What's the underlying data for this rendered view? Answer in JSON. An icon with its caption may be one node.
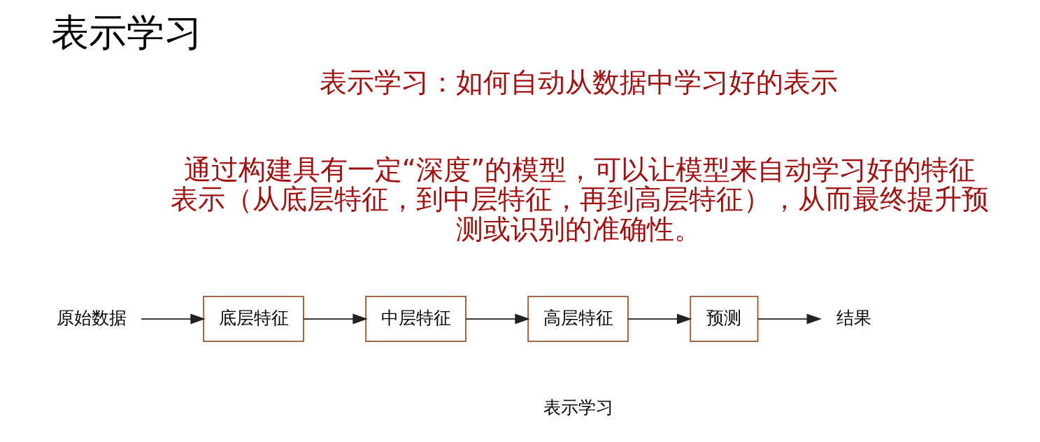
{
  "diagram": {
    "title": "表示学习",
    "nodes": [
      {
        "text": [
          "原始数据"
        ]
      },
      {
        "text": [
          "底层特征"
        ]
      },
      {
        "text": [
          "中层特征"
        ]
      },
      {
        "text": [
          "高层特征"
        ]
      },
      {
        "text": [
          "预测"
        ]
      },
      {
        "text": [
          "结果"
        ]
      }
    ],
    "edges": [
      {
        "from": 0,
        "to": 1,
        "arrow": "to"
      },
      {
        "from": 1,
        "to": 2,
        "arrow": "to"
      },
      {
        "from": 2,
        "to": 3,
        "arrow": "to"
      },
      {
        "from": 3,
        "to": 4,
        "arrow": "to"
      },
      {
        "from": 4,
        "to": 5,
        "arrow": "to"
      }
    ],
    "labels": [
      "表示学习：如何自动从数据中学习好的表示",
      "通过构建具有一定“深度”的模型，可以让模型来自动学习好的特征表示（从底层特征，到中层特征，再到高层特征），从而最终提升预测或识别的准确性。",
      "表示学习"
    ]
  }
}
